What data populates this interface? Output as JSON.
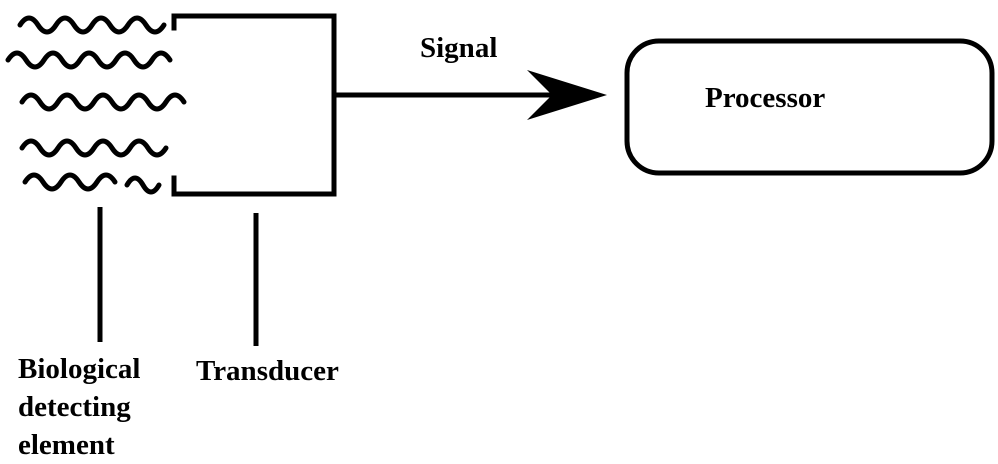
{
  "labels": {
    "signal": "Signal",
    "processor": "Processor",
    "transducer": "Transducer",
    "biological_element": [
      "Biological",
      "detecting",
      "element"
    ]
  },
  "colors": {
    "stroke": "#000000",
    "background": "#ffffff"
  }
}
